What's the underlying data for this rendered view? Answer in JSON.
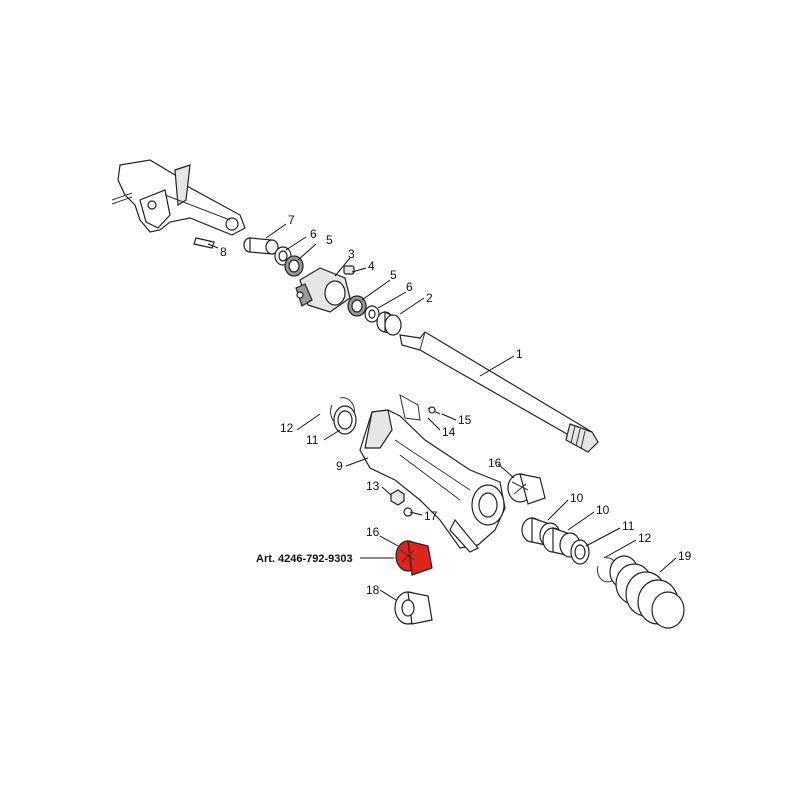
{
  "article_label": "Art. 4246-792-9303",
  "highlight_color": "#e0241b",
  "callouts": {
    "c1": "1",
    "c2": "2",
    "c3": "3",
    "c4": "4",
    "c5a": "5",
    "c5b": "5",
    "c6a": "6",
    "c6b": "6",
    "c7": "7",
    "c8": "8",
    "c9": "9",
    "c10a": "10",
    "c10b": "10",
    "c11a": "11",
    "c11b": "11",
    "c12a": "12",
    "c12b": "12",
    "c13": "13",
    "c14": "14",
    "c15": "15",
    "c16a": "16",
    "c16b": "16",
    "c17": "17",
    "c18": "18",
    "c19": "19"
  }
}
